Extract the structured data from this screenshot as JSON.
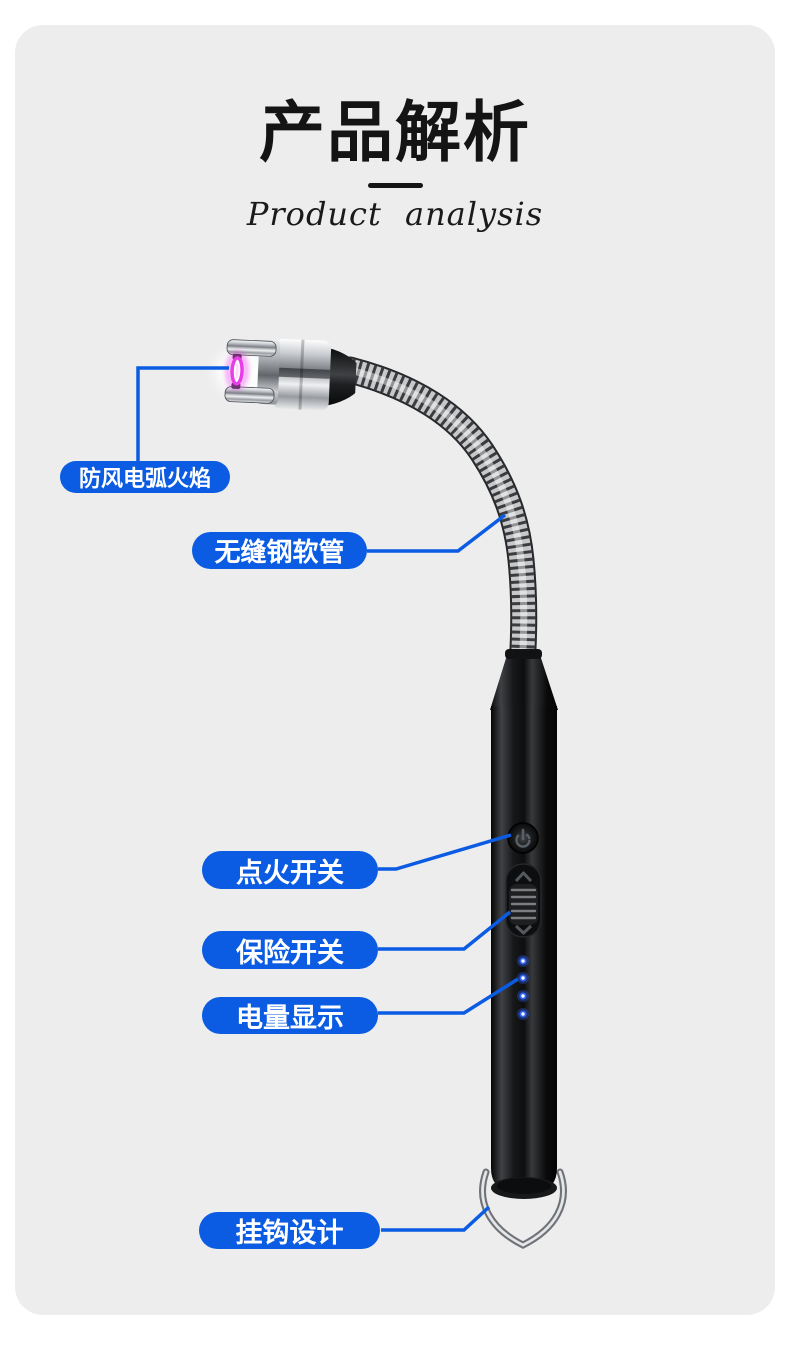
{
  "header": {
    "title": "产品解析",
    "subtitle": "Product analysis"
  },
  "callouts": {
    "arc_flame": "防风电弧火焰",
    "steel_hose": "无缝钢软管",
    "ignition_switch": "点火开关",
    "safety_switch": "保险开关",
    "battery_display": "电量显示",
    "hook_design": "挂钩设计"
  },
  "product": {
    "battery_led_count": 4
  },
  "colors": {
    "accent_blue": "#0b5ce2",
    "arc_pink": "#e93ce9",
    "led_blue": "#2f62f5",
    "card_background": "#ededee",
    "page_background": "#ffffff",
    "title_ink": "#141414"
  }
}
